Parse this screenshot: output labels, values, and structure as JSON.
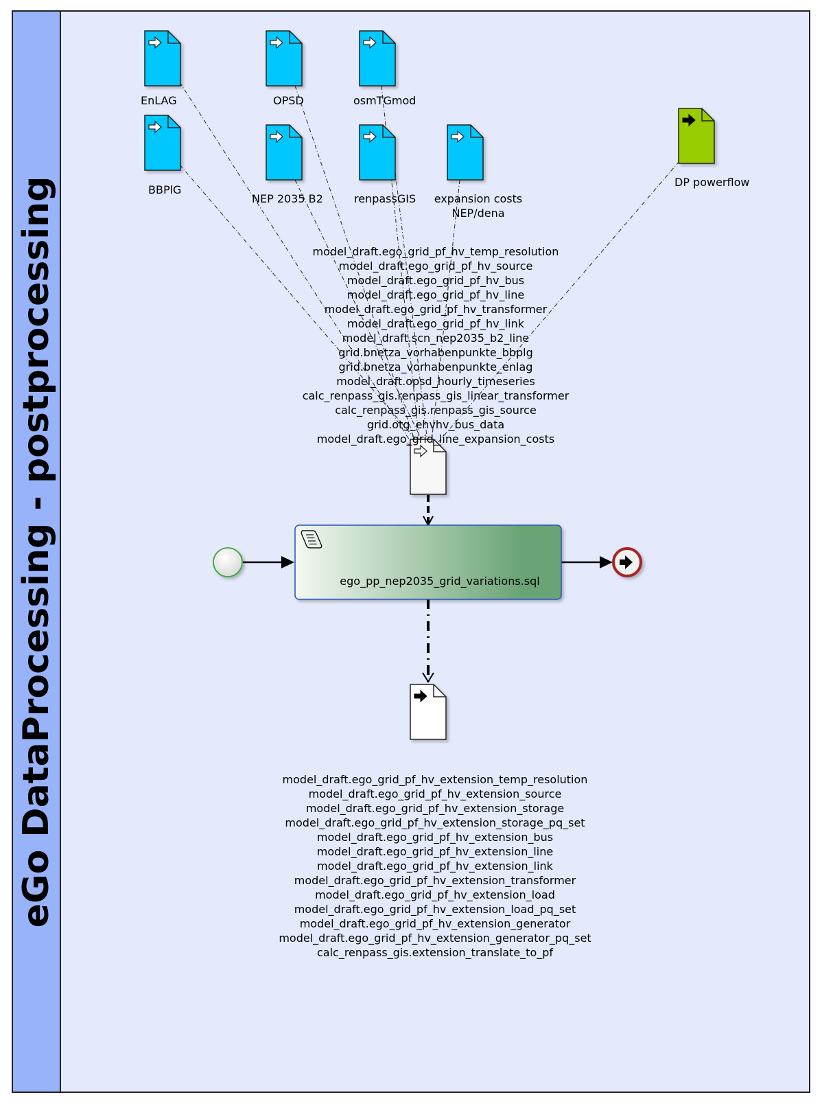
{
  "pool": {
    "title": "eGo DataProcessing - postprocessing"
  },
  "inputs": [
    {
      "id": "enlag",
      "label": "EnLAG",
      "color": "#00c8ff"
    },
    {
      "id": "opsd",
      "label": "OPSD",
      "color": "#00c8ff"
    },
    {
      "id": "osmtgmod",
      "label": "osmTGmod",
      "color": "#00c8ff"
    },
    {
      "id": "bbplg",
      "label": "BBPlG",
      "color": "#00c8ff"
    },
    {
      "id": "nep2035b2",
      "label": "NEP 2035 B2",
      "color": "#00c8ff"
    },
    {
      "id": "renpassgis",
      "label": "renpassGIS",
      "color": "#00c8ff"
    },
    {
      "id": "expansion",
      "label_line1": "expansion costs",
      "label_line2": "NEP/dena",
      "color": "#00c8ff"
    },
    {
      "id": "dp_powerflow",
      "label": "DP powerflow",
      "color": "#99cc00"
    }
  ],
  "input_tables": [
    "model_draft.ego_grid_pf_hv_temp_resolution",
    "model_draft.ego_grid_pf_hv_source",
    "model_draft.ego_grid_pf_hv_bus",
    "model_draft.ego_grid_pf_hv_line",
    "model_draft.ego_grid_pf_hv_transformer",
    "model_draft.ego_grid_pf_hv_link",
    "model_draft.scn_nep2035_b2_line",
    "grid.bnetza_vorhabenpunkte_bbplg",
    "grid.bnetza_vorhabenpunkte_enlag",
    "model_draft.opsd_hourly_timeseries",
    "calc_renpass_gis.renpass_gis_linear_transformer",
    "calc_renpass_gis.renpass_gis_source",
    "grid.otg_ehvhv_bus_data",
    "model_draft.ego_grid_line_expansion_costs"
  ],
  "task": {
    "label": "ego_pp_nep2035_grid_variations.sql",
    "gradient_start": "#f4f8f2",
    "gradient_end": "#6aa476",
    "border": "#2255bb"
  },
  "output_tables": [
    "model_draft.ego_grid_pf_hv_extension_temp_resolution",
    "model_draft.ego_grid_pf_hv_extension_source",
    "model_draft.ego_grid_pf_hv_extension_storage",
    "model_draft.ego_grid_pf_hv_extension_storage_pq_set",
    "model_draft.ego_grid_pf_hv_extension_bus",
    "model_draft.ego_grid_pf_hv_extension_line",
    "model_draft.ego_grid_pf_hv_extension_link",
    "model_draft.ego_grid_pf_hv_extension_transformer",
    "model_draft.ego_grid_pf_hv_extension_load",
    "model_draft.ego_grid_pf_hv_extension_load_pq_set",
    "model_draft.ego_grid_pf_hv_extension_generator",
    "model_draft.ego_grid_pf_hv_extension_generator_pq_set",
    "calc_renpass_gis.extension_translate_to_pf"
  ]
}
